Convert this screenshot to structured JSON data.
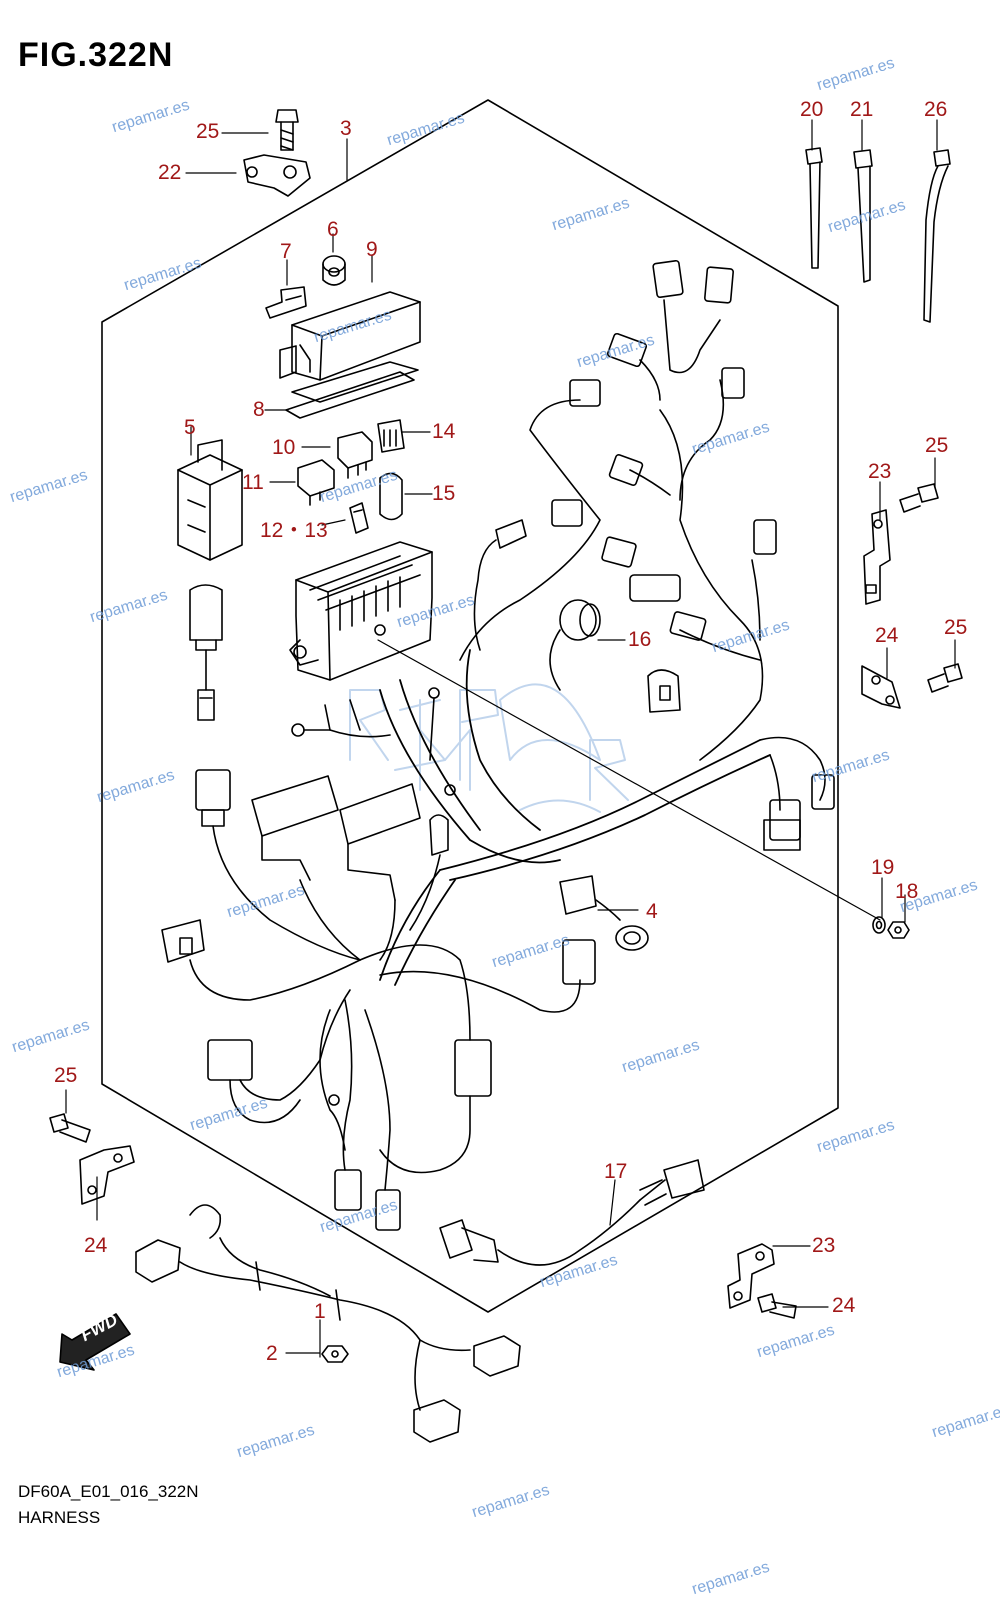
{
  "figure": {
    "title": "FIG.322N",
    "code": "DF60A_E01_016_322N",
    "caption": "HARNESS",
    "fwd_label": "FWD"
  },
  "callouts": {
    "c25a": "25",
    "c22": "22",
    "c3": "3",
    "c6": "6",
    "c7": "7",
    "c9": "9",
    "c8": "8",
    "c5": "5",
    "c10": "10",
    "c14": "14",
    "c11": "11",
    "c15": "15",
    "c12_13": "12・13",
    "c16": "16",
    "c4": "4",
    "c17": "17",
    "c1": "1",
    "c2": "2",
    "c20": "20",
    "c21": "21",
    "c26": "26",
    "c23a": "23",
    "c25b": "25",
    "c24a": "24",
    "c25c": "25",
    "c19": "19",
    "c18": "18",
    "c25d": "25",
    "c24b": "24",
    "c23b": "23",
    "c24c": "24"
  },
  "watermark": "repamar.es",
  "colors": {
    "callout": "#a01818",
    "line": "#000000",
    "watermark": "#6d9bd6"
  }
}
